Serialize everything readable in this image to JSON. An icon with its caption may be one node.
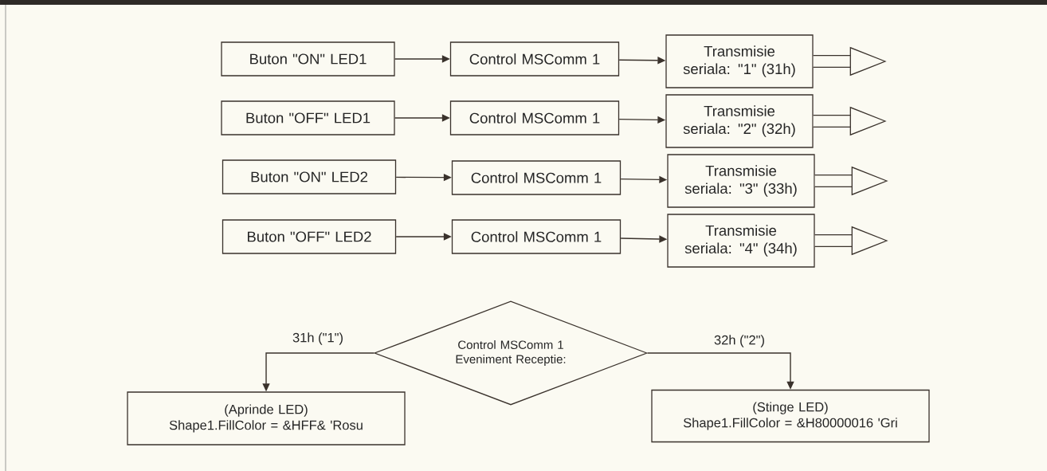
{
  "diagram": {
    "nodes": [
      {
        "text": [
          "Buton \"ON\" LED1"
        ]
      },
      {
        "text": [
          "Buton \"OFF\" LED1"
        ]
      },
      {
        "text": [
          "Buton \"ON\" LED2"
        ]
      },
      {
        "text": [
          "Buton \"OFF\" LED2"
        ]
      },
      {
        "text": [
          "Control MSComm 1"
        ]
      },
      {
        "text": [
          "Control MSComm 1"
        ]
      },
      {
        "text": [
          "Control MSComm 1"
        ]
      },
      {
        "text": [
          "Control MSComm 1"
        ]
      },
      {
        "text": [
          "Transmisie seriala: \"1\" (31h)"
        ]
      },
      {
        "text": [
          "Transmisie seriala: \"2\" (32h)"
        ]
      },
      {
        "text": [
          "Transmisie seriala: \"3\" (33h)"
        ]
      },
      {
        "text": [
          "Transmisie seriala: \"4\" (34h)"
        ]
      },
      {
        "text": [
          "Control MSComm 1 Eveniment Receptie:"
        ]
      },
      {
        "text": [
          "(Aprinde LED)",
          "Shape1.FillColor = &HFF& 'Rosu"
        ]
      },
      {
        "text": [
          "(Stinge LED)",
          "Shape1.FillColor = &H80000016 'Gri"
        ]
      }
    ],
    "edges": [
      {
        "from": 0,
        "to": 4,
        "arrow": "to"
      },
      {
        "from": 1,
        "to": 5,
        "arrow": "to"
      },
      {
        "from": 2,
        "to": 6,
        "arrow": "to"
      },
      {
        "from": 3,
        "to": 7,
        "arrow": "to"
      },
      {
        "from": 4,
        "to": 8,
        "arrow": "to"
      },
      {
        "from": 5,
        "to": 9,
        "arrow": "to"
      },
      {
        "from": 6,
        "to": 10,
        "arrow": "to"
      },
      {
        "from": 7,
        "to": 11,
        "arrow": "to"
      },
      {
        "from": 8,
        "to": null,
        "arrow": "to",
        "style": "thick"
      },
      {
        "from": 9,
        "to": null,
        "arrow": "to",
        "style": "thick"
      },
      {
        "from": 10,
        "to": null,
        "arrow": "to",
        "style": "thick"
      },
      {
        "from": 11,
        "to": null,
        "arrow": "to",
        "style": "thick"
      },
      {
        "from": 12,
        "to": 13,
        "arrow": "to",
        "label": "31h (\"1\")"
      },
      {
        "from": 12,
        "to": 14,
        "arrow": "to",
        "label": "32h (\"2\")"
      }
    ]
  }
}
